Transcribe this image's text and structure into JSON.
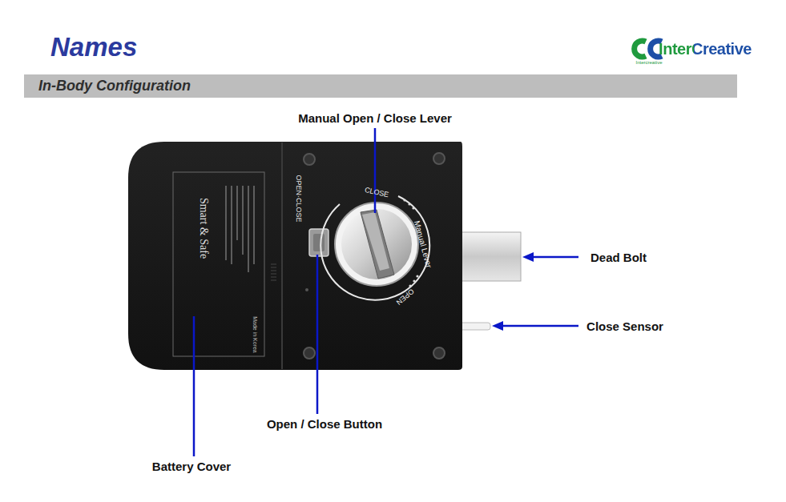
{
  "diagram": {
    "title": "Names",
    "nodes": [
      {
        "text": [
          "In-Body Configuration"
        ]
      }
    ],
    "labels": [
      "InterCreative",
      "Intercreative",
      "Manual Open / Close Lever",
      "Dead Bolt",
      "Close Sensor",
      "Open / Close Button",
      "Battery Cover",
      "CLOSE",
      "Manual Lever",
      "OPEN",
      "OPEN·CLOSE",
      "Smart & Safe",
      "Made in Korea"
    ]
  }
}
